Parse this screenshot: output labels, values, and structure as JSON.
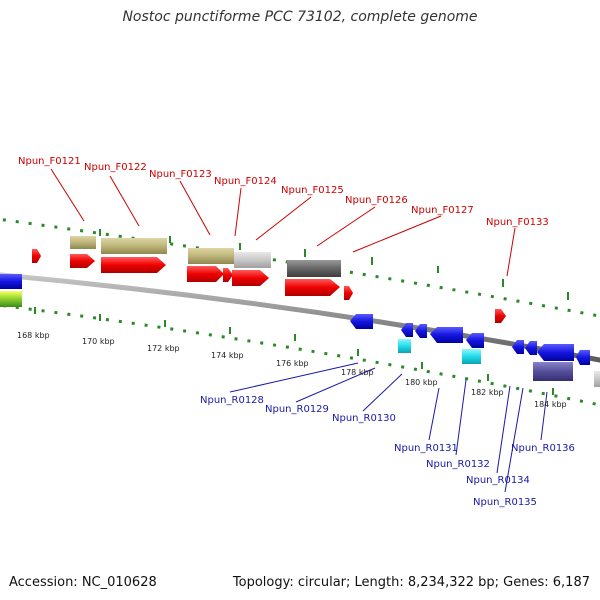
{
  "title": "Nostoc punctiforme PCC 73102, complete genome",
  "footer": {
    "accession": "Accession: NC_010628",
    "summary": "Topology: circular; Length: 8,234,322 bp; Genes: 6,187"
  },
  "colors": {
    "forward_cds": "#ee0000",
    "reverse_cds": "#1515e0",
    "forward_label": "#cc0000",
    "reverse_label": "#1a1aa8",
    "tick_dots": "#2a8a2a",
    "backbone": "#8c8c8c"
  },
  "scale_ticks": [
    "168 kbp",
    "170 kbp",
    "172 kbp",
    "174 kbp",
    "176 kbp",
    "178 kbp",
    "180 kbp",
    "182 kbp",
    "184 kbp"
  ],
  "forward_labels": [
    "Npun_F0121",
    "Npun_F0122",
    "Npun_F0123",
    "Npun_F0124",
    "Npun_F0125",
    "Npun_F0126",
    "Npun_F0127",
    "Npun_F0133"
  ],
  "reverse_labels": [
    "Npun_R0128",
    "Npun_R0129",
    "Npun_R0130",
    "Npun_R0131",
    "Npun_R0132",
    "Npun_R0134",
    "Npun_R0135",
    "Npun_R0136"
  ]
}
